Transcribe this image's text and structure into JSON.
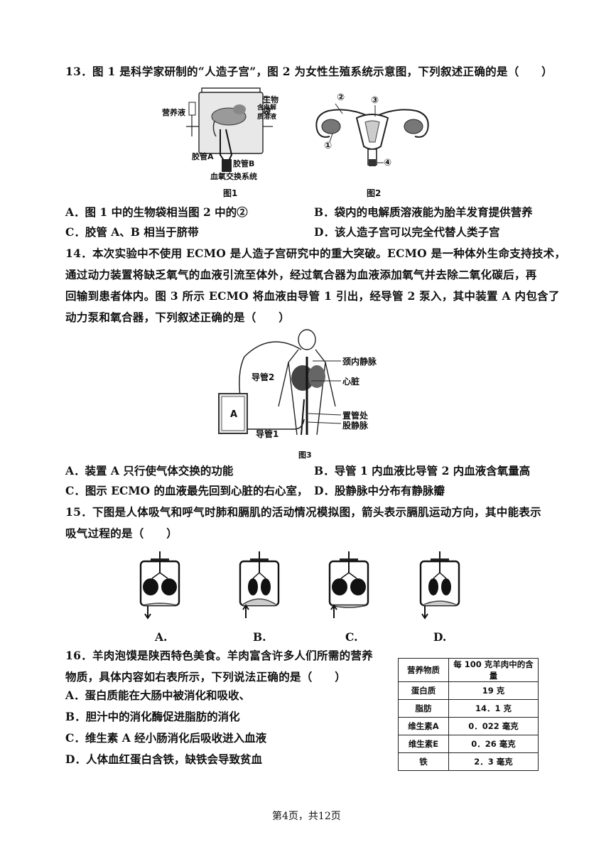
{
  "q13": {
    "stem": "13．图 1 是科学家研制的“人造子宫”，图 2 为女性生殖系统示意图，下列叙述正确的是（　　）",
    "fig1": {
      "caption": "图1",
      "labels": {
        "nutrient": "营养液",
        "bag": "生物袋",
        "solution": "含电解质溶液",
        "tubeA": "胶管A",
        "tubeB": "胶管B",
        "exchange": "血氧交换系统"
      }
    },
    "fig2": {
      "caption": "图2",
      "marks": [
        "①",
        "②",
        "③",
        "④"
      ]
    },
    "options": [
      "A．图 1 中的生物袋相当图 2 中的②",
      "B．袋内的电解质溶液能为胎羊发育提供营养",
      "C．胶管 A、B 相当于脐带",
      "D．该人造子宫可以完全代替人类子宫"
    ]
  },
  "q14": {
    "stem_lines": [
      "14．本次实验中不使用 ECMO 是人造子宫研究中的重大突破。ECMO 是一种体外生命支持技术，",
      "通过动力装置将缺乏氧气的血液引流至体外，经过氧合器为血液添加氧气并去除二氧化碳后，再",
      "回输到患者体内。图 3 所示 ECMO 将血液由导管 1 引出，经导管 2 泵入，其中装置 A 内包含了",
      "动力泵和氧合器，下列叙述正确的是（　　）"
    ],
    "fig3": {
      "caption": "图3",
      "labels": {
        "device": "A",
        "tube2": "导管2",
        "tube1": "导管1",
        "jugular": "颈内静脉",
        "heart": "心脏",
        "site": "置管处",
        "femoral": "股静脉"
      }
    },
    "options": [
      "A．装置 A 只行使气体交换的功能",
      "B．导管 1 内血液比导管 2 内血液含氧量高",
      "C．图示 ECMO 的血液最先回到心脏的右心室，",
      "D．股静脉中分布有静脉瓣"
    ]
  },
  "q15": {
    "stem_lines": [
      "15．下图是人体吸气和呼气时肺和膈肌的活动情况模拟图，箭头表示膈肌运动方向，其中能表示",
      "吸气过程的是（　　）"
    ],
    "figures": [
      {
        "label": "A.",
        "arrow": "down"
      },
      {
        "label": "B.",
        "arrow": "up"
      },
      {
        "label": "C.",
        "arrow": "up"
      },
      {
        "label": "D.",
        "arrow": "down"
      }
    ]
  },
  "q16": {
    "stem_lines": [
      "16．羊肉泡馍是陕西特色美食。羊肉富含许多人们所需的营养",
      "物质，具体内容如右表所示，下列说法正确的是（　　）"
    ],
    "options": [
      "A．蛋白质能在大肠中被消化和吸收、",
      "B．胆汁中的消化酶促进脂肪的消化",
      "C．维生素 A 经小肠消化后吸收进入血液",
      "D．人体血红蛋白含铁，缺铁会导致贫血"
    ],
    "table": {
      "headers": [
        "营养物质",
        "每 100 克羊肉中的含量"
      ],
      "rows": [
        [
          "蛋白质",
          "19 克"
        ],
        [
          "脂肪",
          "14．1 克"
        ],
        [
          "维生素A",
          "0．022 毫克"
        ],
        [
          "维生素E",
          "0．26 毫克"
        ],
        [
          "铁",
          "2．3 毫克"
        ]
      ]
    }
  },
  "footer": "第4页，共12页"
}
